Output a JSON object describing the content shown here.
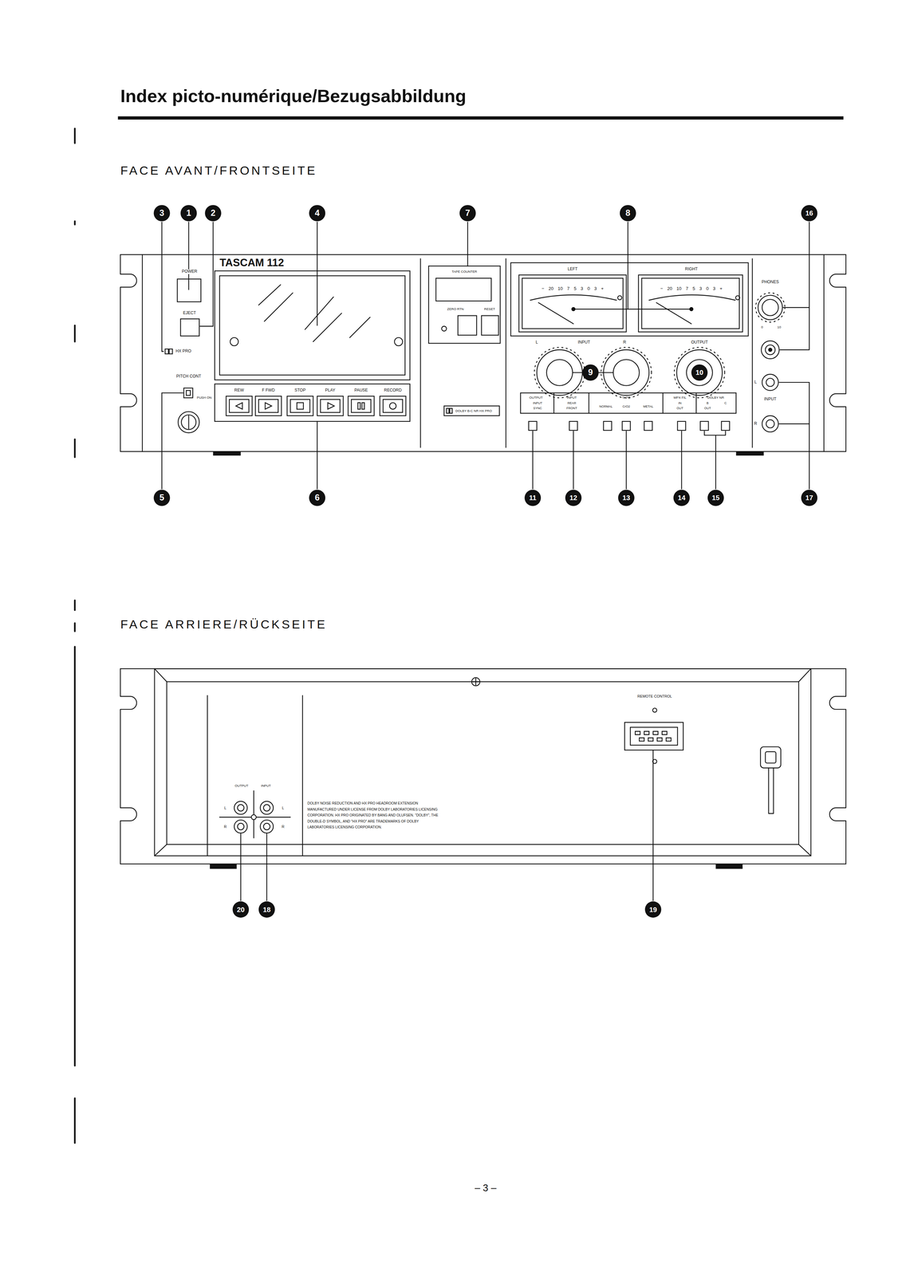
{
  "diagram": {
    "title": "Index picto-numérique/Bezugsabbildung",
    "labels": [
      "FACE AVANT/FRONTSEITE",
      "3",
      "1",
      "2",
      "4",
      "7",
      "8",
      "16",
      "TASCAM 112",
      "POWER",
      "EJECT",
      "HX PRO",
      "PITCH CONT",
      "PUSH ON",
      "REW",
      "F FWD",
      "STOP",
      "PLAY",
      "PAUSE",
      "RECORD",
      "TAPE COUNTER",
      "ZERO RTN",
      "RESET",
      "LEFT",
      "RIGHT",
      "− 20 10 7 5 3 0 3 +",
      "− 20 10 7 5 3 0 3 +",
      "L",
      "INPUT",
      "R",
      "OUTPUT",
      "9",
      "10",
      "PHONES",
      "0",
      "10",
      "L",
      "INPUT",
      "R",
      "DOLBY B-C NR HX PRO",
      "OUTPUT",
      "INPUT",
      "SYNC",
      "INPUT",
      "REAR",
      "FRONT",
      "TAPE",
      "NORMAL",
      "CrO2",
      "METAL",
      "MPX FIL",
      "IN",
      "OUT",
      "DOLBY NR",
      "B",
      "C",
      "OUT",
      "5",
      "6",
      "11",
      "12",
      "13",
      "14",
      "15",
      "17",
      "FACE ARRIERE/RÜCKSEITE",
      "REMOTE CONTROL",
      "OUTPUT",
      "INPUT",
      "L",
      "R",
      "L",
      "R",
      "DOLBY NOISE REDUCTION AND HX PRO HEADROOM EXTENSION MANUFACTURED UNDER LICENSE FROM DOLBY LABORATORIES LICENSING CORPORATION. HX PRO ORIGINATED BY BANG AND OLUFSEN. \"DOLBY\", THE DOUBLE-D SYMBOL, AND \"HX PRO\" ARE TRADEMARKS OF DOLBY LABORATORIES LICENSING CORPORATION.",
      "20",
      "18",
      "19",
      "– 3 –"
    ]
  }
}
